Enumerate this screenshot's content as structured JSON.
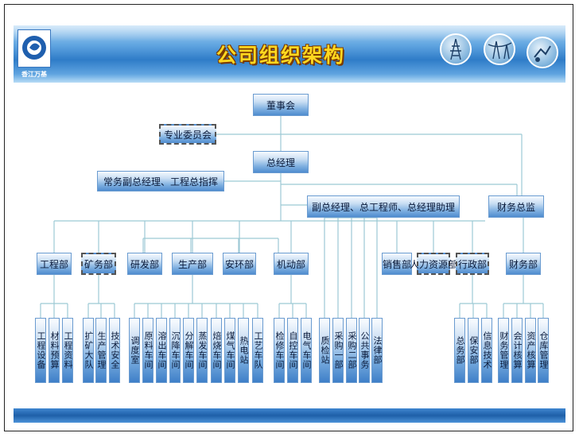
{
  "header": {
    "title": "公司组织架构",
    "logo_text": "香江万基"
  },
  "nodes": {
    "board": "董事会",
    "committee": "专业委员会",
    "gm": "总经理",
    "exec_deputy": "常务副总经理、工程总指挥",
    "deputy_gm": "副总经理、总工程师、总经理助理",
    "cfo": "财务总监"
  },
  "departments": [
    {
      "label": "工程部"
    },
    {
      "label": "矿务部"
    },
    {
      "label": "研发部"
    },
    {
      "label": "生产部"
    },
    {
      "label": "安环部"
    },
    {
      "label": "机动部"
    },
    {
      "label": "销售部"
    },
    {
      "label": "人力资源部"
    },
    {
      "label": "行政部"
    },
    {
      "label": "财务部"
    }
  ],
  "sections": [
    "工程设备",
    "材料预算",
    "工程资料",
    "扩矿大队",
    "生产管理",
    "技术安全",
    "调度室",
    "原料车间",
    "溶出车间",
    "沉降车间",
    "分解车间",
    "蒸发车间",
    "焙烧车间",
    "煤气车间",
    "热电站",
    "工艺车队",
    "检修车间",
    "自控车间",
    "电气车间",
    "质检站",
    "采购一部",
    "采购二部",
    "公共事务",
    "法律部",
    "总务部",
    "保安部",
    "信息技术",
    "财务管理",
    "会计核算",
    "资产核算",
    "仓库管理"
  ]
}
